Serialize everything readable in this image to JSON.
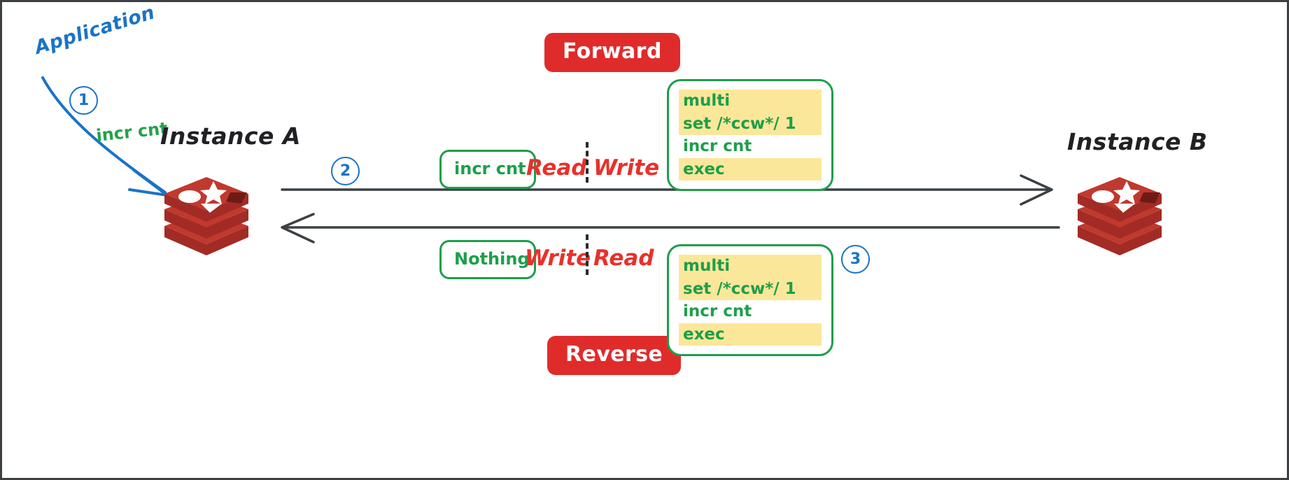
{
  "diagram": {
    "title": "Redis CRDT forward/reverse replication",
    "colors": {
      "blue": "#1a73c8",
      "green": "#1e9e4a",
      "red": "#e8312b",
      "badge_red": "#e02b2b",
      "highlight_yellow": "#fbe79a",
      "text_black": "#202124"
    }
  },
  "annotations": {
    "application_label": "Application",
    "incr_cnt_label": "incr cnt",
    "step_1": "1",
    "step_2": "2",
    "step_3": "3"
  },
  "nodes": {
    "instance_a": "Instance A",
    "instance_b": "Instance B"
  },
  "badges": {
    "forward": "Forward",
    "reverse": "Reverse"
  },
  "forward_row": {
    "chip": "incr cnt",
    "left_word": "Read",
    "right_word": "Write",
    "code": [
      {
        "text": "multi",
        "highlighted": true
      },
      {
        "text": "set /*ccw*/ 1",
        "highlighted": true
      },
      {
        "text": "incr cnt",
        "highlighted": false
      },
      {
        "text": "exec",
        "highlighted": true
      }
    ]
  },
  "reverse_row": {
    "chip": "Nothing",
    "left_word": "Write",
    "right_word": "Read",
    "code": [
      {
        "text": "multi",
        "highlighted": true
      },
      {
        "text": "set /*ccw*/ 1",
        "highlighted": true
      },
      {
        "text": "incr cnt",
        "highlighted": false
      },
      {
        "text": "exec",
        "highlighted": true
      }
    ]
  }
}
